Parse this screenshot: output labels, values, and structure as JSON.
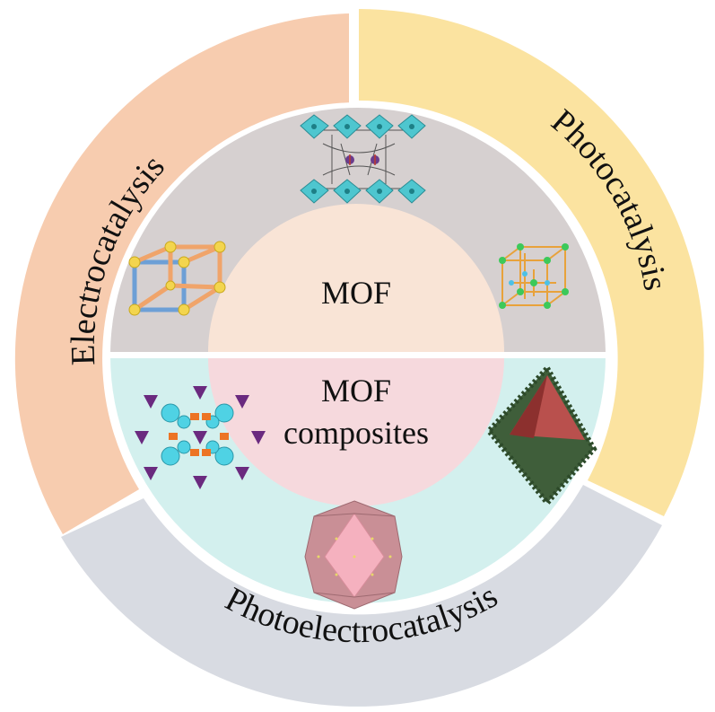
{
  "outer_ring": {
    "electrocatalysis": {
      "label": "Electrocatalysis",
      "color": "#f7ccaf"
    },
    "photocatalysis": {
      "label": "Photocatalysis",
      "color": "#fbe3a0"
    },
    "photoelectrocatalysis": {
      "label": "Photoelectrocatalysis",
      "color": "#d8dbe2"
    }
  },
  "inner_disc": {
    "top": {
      "label": "MOF",
      "bg_color": "#d6d0d0",
      "center_color": "#f9e4d6"
    },
    "bottom": {
      "label_line1": "MOF",
      "label_line2": "composites",
      "bg_color": "#d3f0ee",
      "center_color": "#f6d9dd"
    }
  },
  "illustrations": {
    "top_center": "cluster-framework-structure",
    "top_left": "cubic-lattice-cell",
    "top_right": "green-node-lattice",
    "bottom_left": "polyhedral-composite-structure",
    "bottom_right": "coated-octahedron-particle",
    "bottom_center": "rhombic-dodecahedron-particle"
  }
}
